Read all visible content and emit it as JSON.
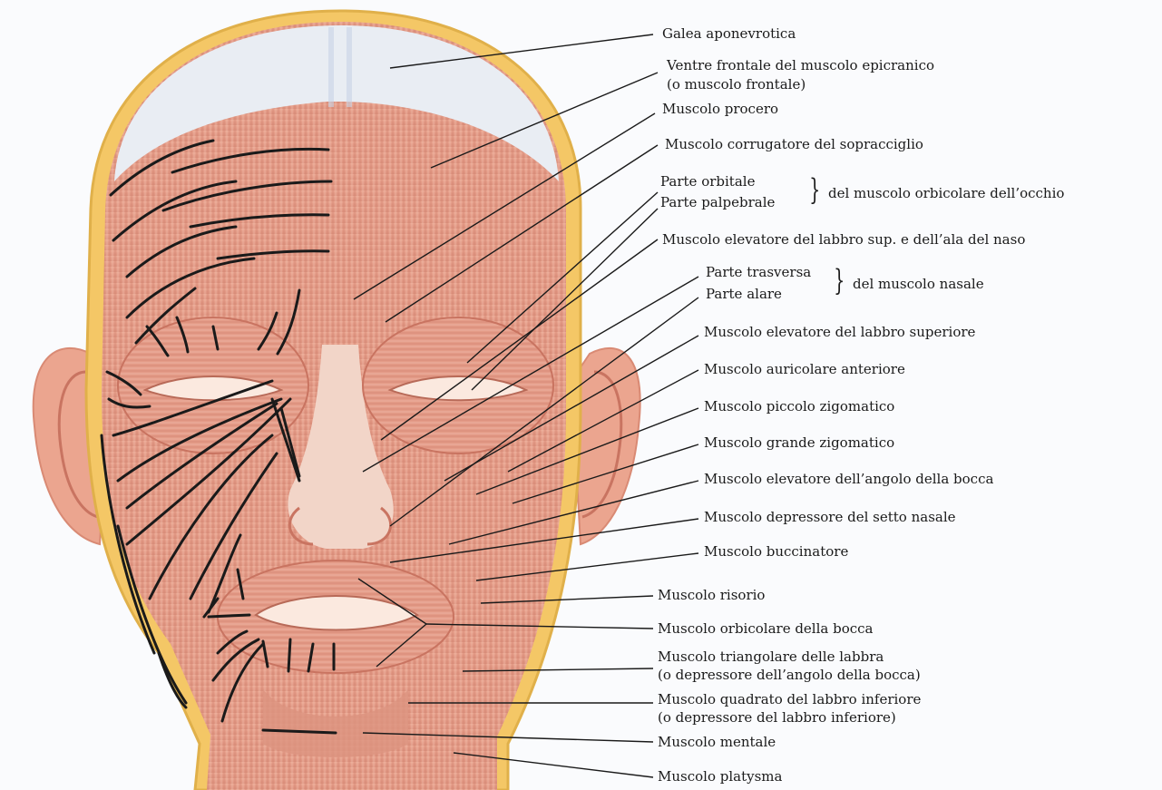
{
  "labels": {
    "galea": "Galea aponevrotica",
    "frontale_1": "Ventre frontale del muscolo epicranico",
    "frontale_2": "(o muscolo frontale)",
    "procero": "Muscolo procero",
    "corrugatore": "Muscolo corrugatore del sopracciglio",
    "orbitale": "Parte orbitale",
    "palpebrale": "Parte palpebrale",
    "orbicolare_occhio": "del muscolo orbicolare dell’occhio",
    "elev_labbro_ala": "Muscolo elevatore del labbro sup. e dell’ala del naso",
    "trasversa": "Parte trasversa",
    "alare": "Parte alare",
    "nasale": "del muscolo nasale",
    "elev_labbro_sup": "Muscolo elevatore del labbro superiore",
    "auricolare": "Muscolo auricolare anteriore",
    "piccolo_zig": "Muscolo piccolo zigomatico",
    "grande_zig": "Muscolo grande zigomatico",
    "elev_angolo": "Muscolo elevatore dell’angolo della bocca",
    "depr_setto": "Muscolo depressore del setto nasale",
    "buccinatore": "Muscolo buccinatore",
    "risorio": "Muscolo risorio",
    "orbic_bocca": "Muscolo orbicolare della bocca",
    "triangolare_1": "Muscolo triangolare delle labbra",
    "triangolare_2": "(o depressore dell’angolo della bocca)",
    "quadrato_1": "Muscolo quadrato del labbro inferiore",
    "quadrato_2": "(o depressore del labbro inferiore)",
    "mentale": "Muscolo mentale",
    "platysma": "Muscolo platysma"
  },
  "colors": {
    "muscle": "#e39a86",
    "muscle_dark": "#c97461",
    "skin_edge": "#e8c25a",
    "aponeurosis": "#e9edf3",
    "leader": "#1a1a1a"
  }
}
